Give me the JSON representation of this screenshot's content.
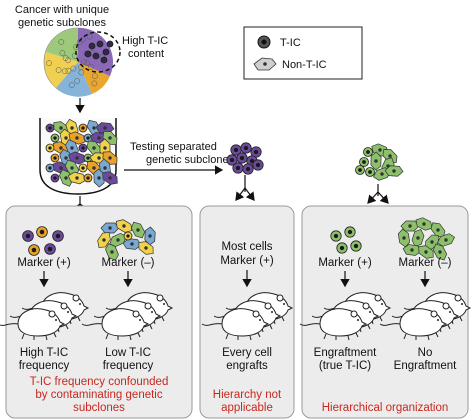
{
  "top": {
    "title_lines": [
      "Cancer with unique",
      "genetic subclones"
    ],
    "high_tic_lines": [
      "High T-IC",
      "content"
    ],
    "testing_lines": [
      "Testing separated",
      "genetic subclones"
    ]
  },
  "legend": {
    "tic_label": "T-IC",
    "non_tic_label": "Non-T-IC"
  },
  "panels": {
    "left": {
      "marker_pos": "Marker (+)",
      "marker_neg": "Marker (–)",
      "result_pos_lines": [
        "High T-IC",
        "frequency"
      ],
      "result_neg_lines": [
        "Low T-IC",
        "frequency"
      ],
      "conclusion_lines": [
        "T-IC frequency confounded",
        "by contaminating genetic",
        "subclones"
      ]
    },
    "middle": {
      "header_lines": [
        "Most cells",
        "Marker (+)"
      ],
      "result_lines": [
        "Every cell",
        "engrafts"
      ],
      "conclusion_lines": [
        "Hierarchy not",
        "applicable"
      ]
    },
    "right": {
      "marker_pos": "Marker (+)",
      "marker_neg": "Marker (–)",
      "result_pos_lines": [
        "Engraftment",
        "(true T-IC)"
      ],
      "result_neg_lines": [
        "No",
        "Engraftment"
      ],
      "conclusion_lines": [
        "Hierarchical organization"
      ]
    }
  },
  "colors": {
    "conclusion_text": "#c8281e",
    "panel_bg": "#ececec",
    "tic_purple": "#6b4a9c",
    "green_cell": "#8cc06a",
    "yellow_cell": "#f2d24a",
    "blue_cell": "#7aa8d0",
    "orange_cell": "#e8a22a"
  }
}
